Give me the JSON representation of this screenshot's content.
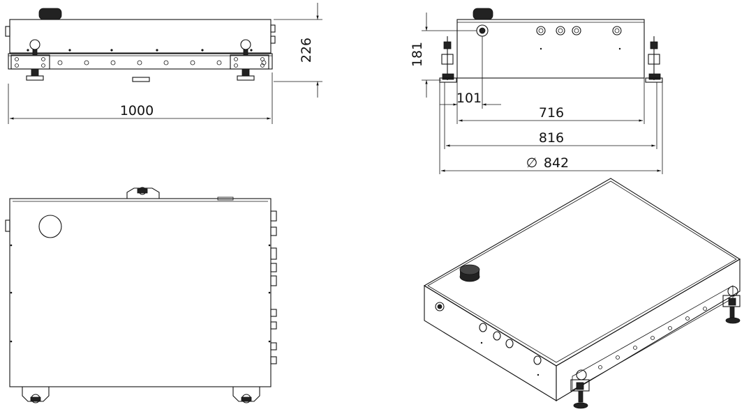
{
  "views": {
    "front": {
      "width_label": "1000",
      "height_label": "226"
    },
    "side": {
      "height_label": "181",
      "offset_label": "101",
      "inner_width_label": "716",
      "outer_width_label": "816",
      "foot_diameter_symbol": "∅",
      "foot_diameter_value": "842"
    },
    "top": {},
    "iso": {}
  }
}
